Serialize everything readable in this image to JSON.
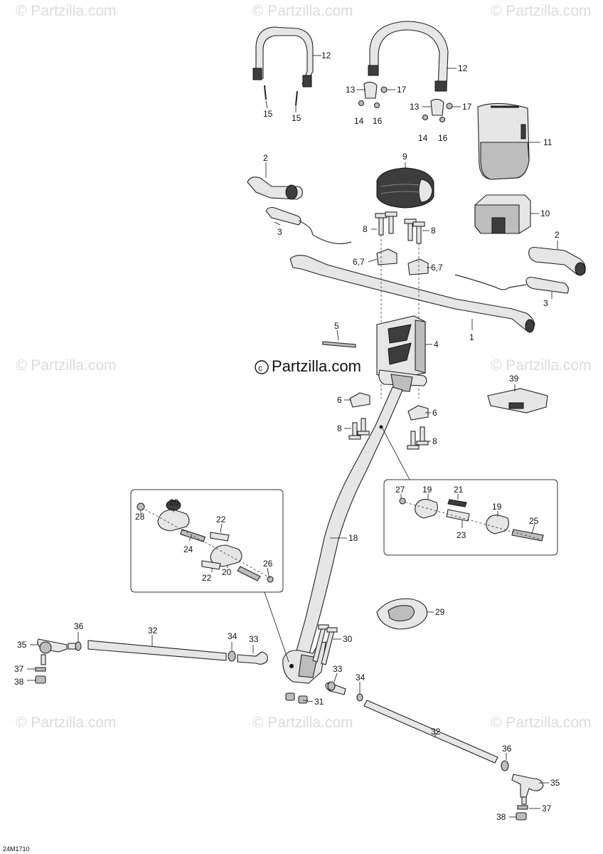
{
  "watermark": "Partzilla.com",
  "brand_watermark": "Partzilla.com",
  "diagram_code": "24M1710",
  "part_numbers": [
    "1",
    "2",
    "3",
    "4",
    "5",
    "6",
    "6,7",
    "8",
    "9",
    "10",
    "11",
    "12",
    "13",
    "14",
    "15",
    "16",
    "17",
    "18",
    "19",
    "20",
    "21",
    "22",
    "23",
    "24",
    "25",
    "26",
    "27",
    "28",
    "29",
    "30",
    "31",
    "32",
    "33",
    "34",
    "35",
    "36",
    "37",
    "38",
    "39"
  ]
}
